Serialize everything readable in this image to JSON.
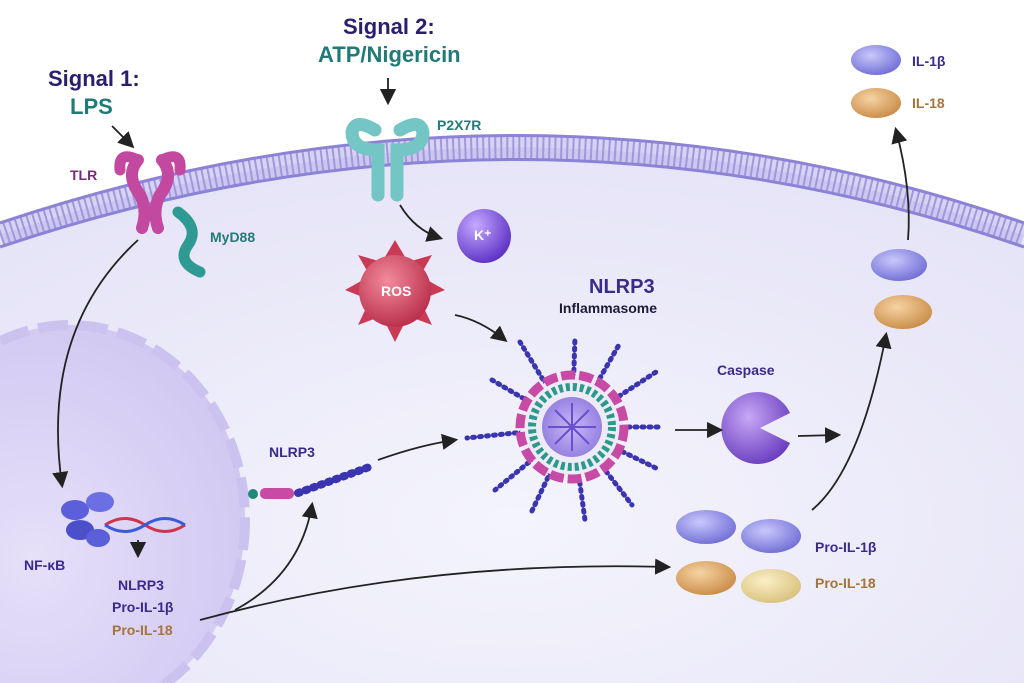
{
  "signal1": {
    "title": "Signal 1:",
    "agent": "LPS"
  },
  "signal2": {
    "title": "Signal 2:",
    "agent": "ATP/Nigericin"
  },
  "receptors": {
    "tlr": "TLR",
    "myd88": "MyD88",
    "p2x7r": "P2X7R"
  },
  "ions": {
    "potassium": "K⁺"
  },
  "ros": "ROS",
  "inflammasome": {
    "title": "NLRP3",
    "subtitle": "Inflammasome"
  },
  "nucleus": {
    "factor": "NF-κB",
    "genes": [
      "NLRP3",
      "Pro-IL-1β",
      "Pro-IL-18"
    ]
  },
  "nlrp3_monomer": "NLRP3",
  "caspase": "Caspase",
  "pro_cytokines": [
    "Pro-IL-1β",
    "Pro-IL-18"
  ],
  "mature_cytokines": [
    "IL-1β",
    "IL-18"
  ],
  "colors": {
    "membrane": "#a79ee0",
    "cytoplasm": "#eeeefa",
    "nucleus": "#d9d2f4",
    "tlr": "#c2499f",
    "teal": "#5cbcbc",
    "ros": "#d24a62",
    "potassium": "#7b4fd6",
    "il1b": "#8e8ce6",
    "il18": "#e3a866",
    "caspase": "#8a5cd6"
  }
}
